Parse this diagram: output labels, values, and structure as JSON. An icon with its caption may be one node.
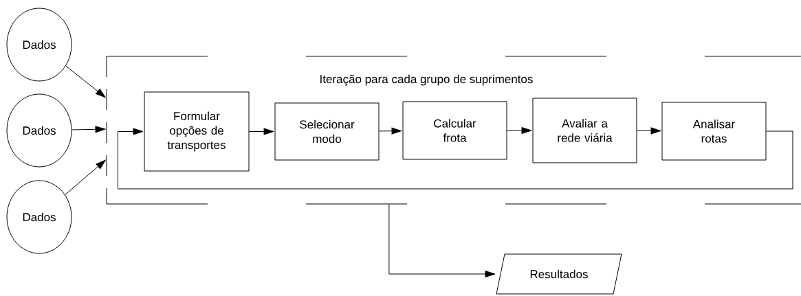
{
  "diagram": {
    "nodes": [
      {
        "text": [
          "Dados"
        ]
      },
      {
        "text": [
          "Dados"
        ]
      },
      {
        "text": [
          "Dados"
        ]
      },
      {
        "text": [
          "Iteração para cada grupo de suprimentos"
        ]
      },
      {
        "text": [
          "Formular opções de transportes"
        ],
        "in": 3
      },
      {
        "text": [
          "Selecionar modo"
        ],
        "in": 3
      },
      {
        "text": [
          "Calcular frota"
        ],
        "in": 3
      },
      {
        "text": [
          "Avaliar a rede viária"
        ],
        "in": 3
      },
      {
        "text": [
          "Analisar rotas"
        ],
        "in": 3
      },
      {
        "text": [
          "Resultados"
        ]
      }
    ],
    "edges": [
      {
        "from": 0,
        "to": 3,
        "arrow": "to"
      },
      {
        "from": 1,
        "to": 3,
        "arrow": "to"
      },
      {
        "from": 2,
        "to": 3,
        "arrow": "to"
      },
      {
        "from": 4,
        "to": 5,
        "arrow": "to"
      },
      {
        "from": 5,
        "to": 6,
        "arrow": "to"
      },
      {
        "from": 6,
        "to": 7,
        "arrow": "to"
      },
      {
        "from": 7,
        "to": 8,
        "arrow": "to"
      },
      {
        "from": 8,
        "to": 4,
        "arrow": "to"
      },
      {
        "from": 3,
        "to": 9,
        "arrow": "to"
      }
    ]
  }
}
